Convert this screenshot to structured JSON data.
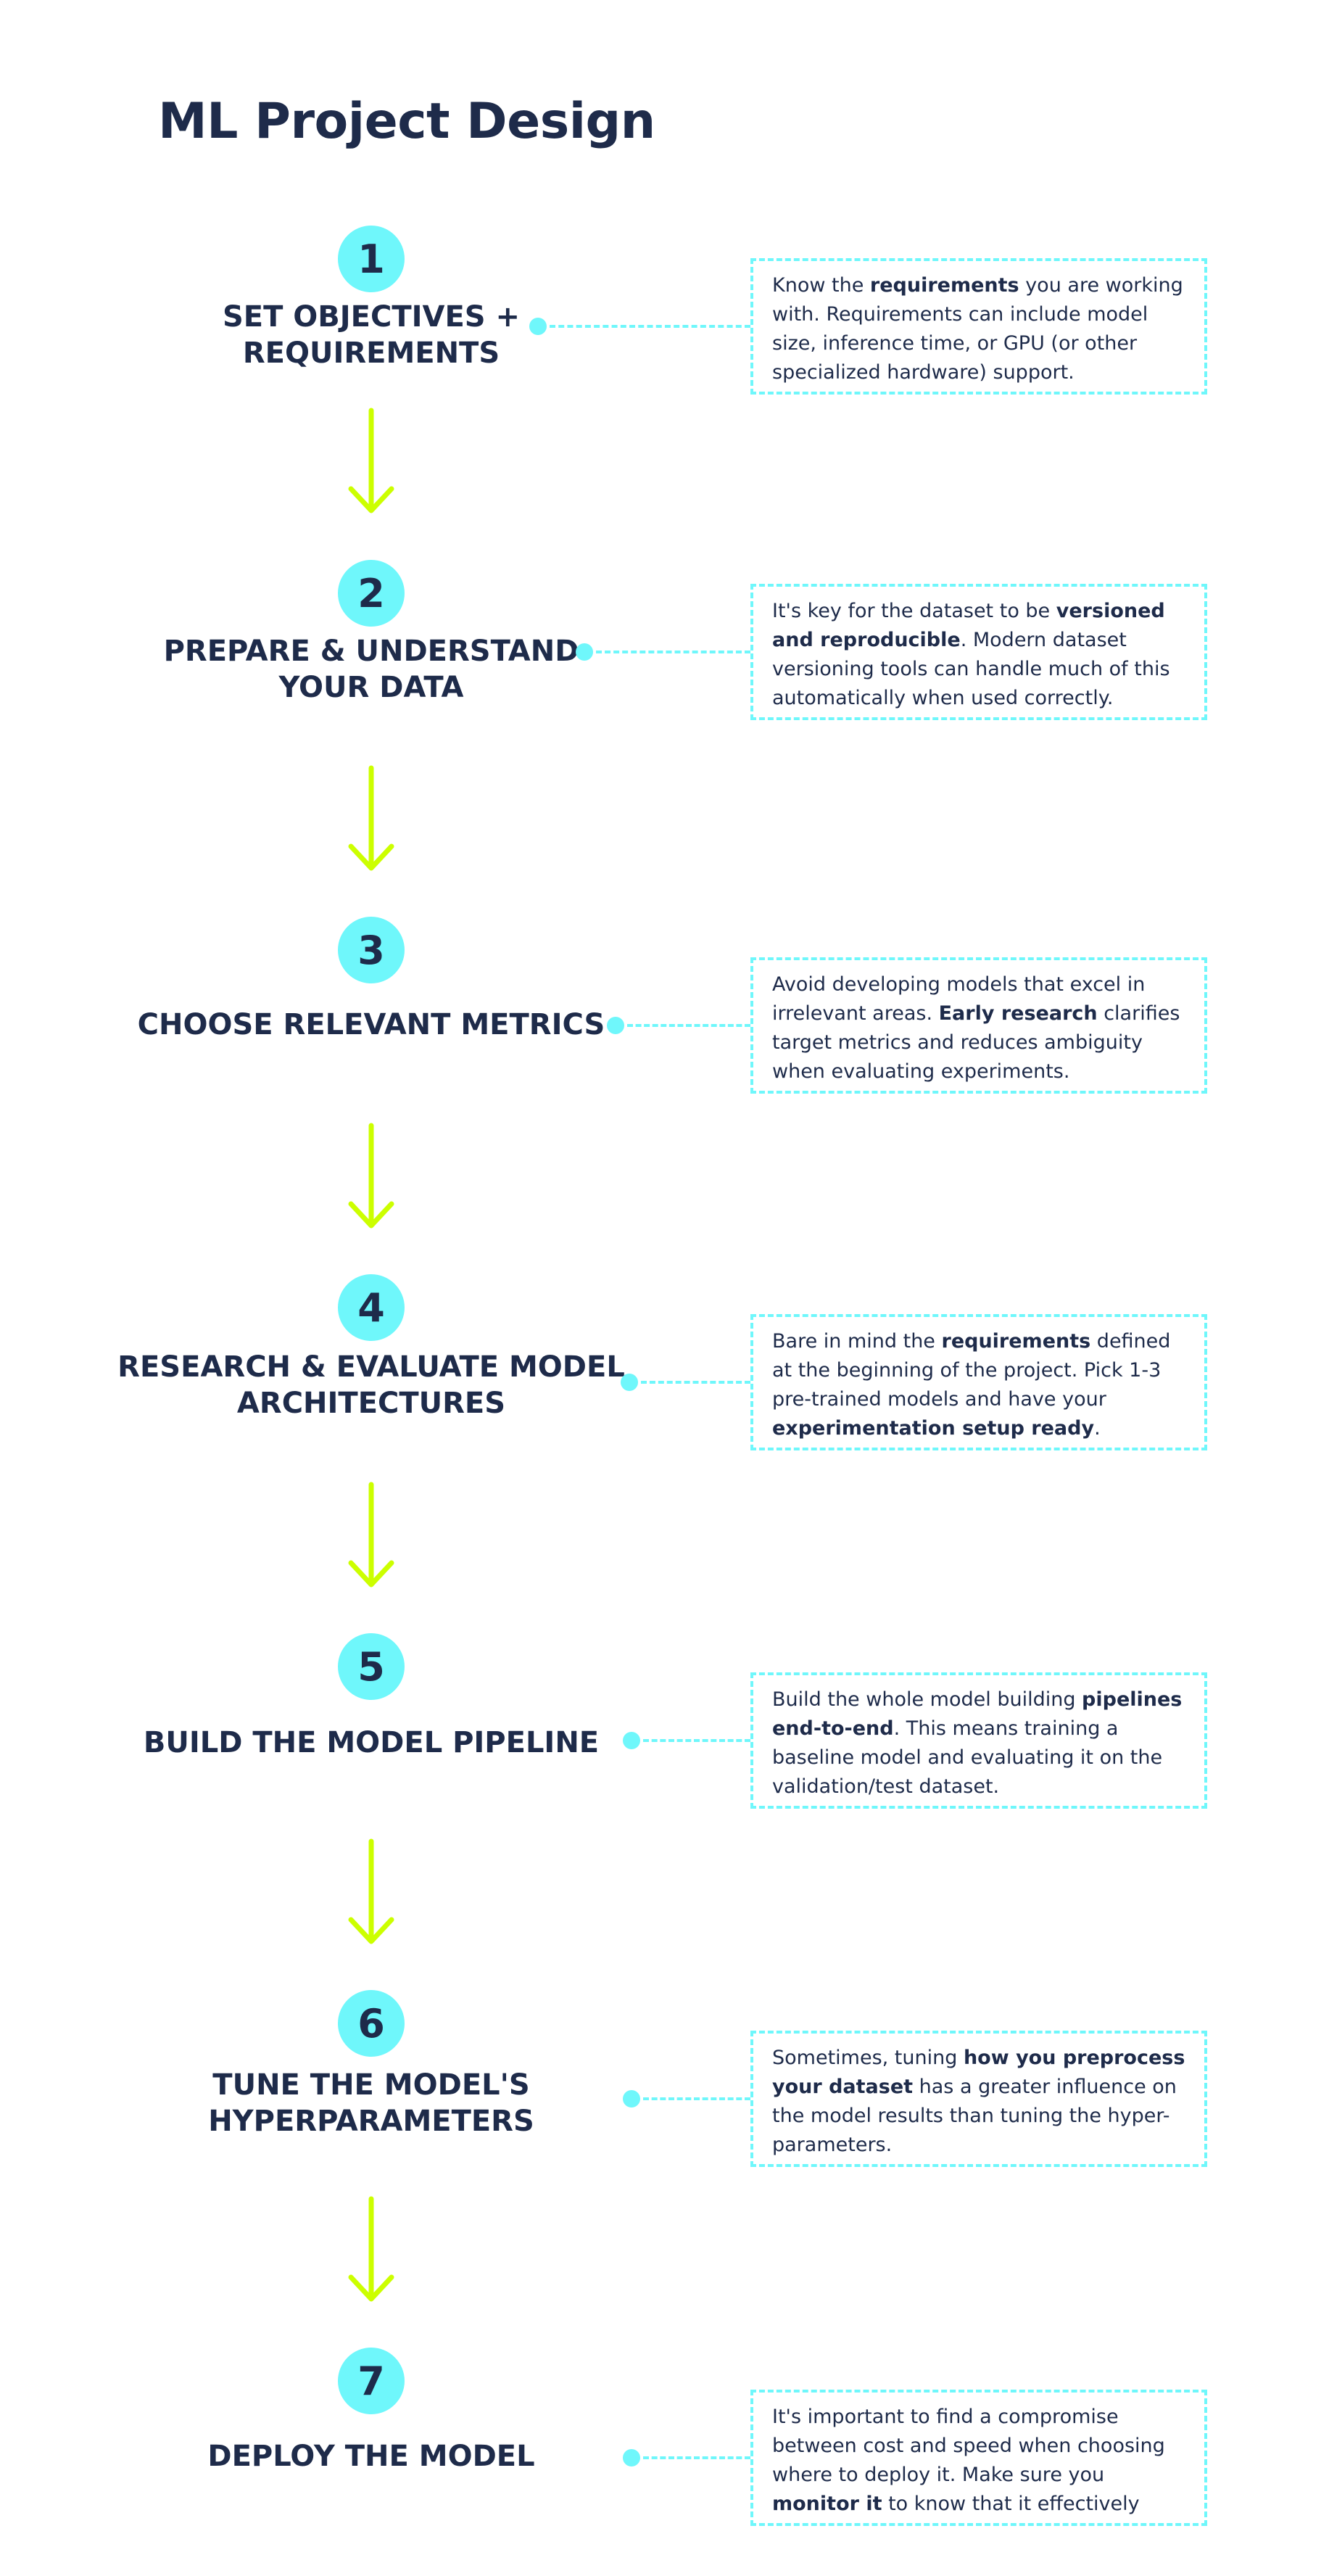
{
  "title": "ML Project Design",
  "colors": {
    "circle": "#6ff7fb",
    "arrow": "#ccff00",
    "text": "#1e2b4a"
  },
  "steps": [
    {
      "number": "1",
      "title_lines": [
        "SET OBJECTIVES +",
        "REQUIREMENTS"
      ],
      "note": [
        {
          "t": "Know the "
        },
        {
          "t": "requirements",
          "b": true
        },
        {
          "t": " you are working with. Requirements can include model size, inference time, or GPU (or other specialized hardware) support."
        }
      ]
    },
    {
      "number": "2",
      "title_lines": [
        "PREPARE & UNDERSTAND",
        "YOUR DATA"
      ],
      "note": [
        {
          "t": "It's key for the dataset to be "
        },
        {
          "t": "versioned and reproducible",
          "b": true
        },
        {
          "t": ". Modern dataset versioning tools can handle much of this automatically when used correctly."
        }
      ]
    },
    {
      "number": "3",
      "title_lines": [
        "CHOOSE RELEVANT METRICS"
      ],
      "note": [
        {
          "t": "Avoid developing models that excel in irrelevant areas. "
        },
        {
          "t": "Early research",
          "b": true
        },
        {
          "t": " clarifies target metrics and reduces ambiguity when evaluating experiments."
        }
      ]
    },
    {
      "number": "4",
      "title_lines": [
        "RESEARCH & EVALUATE MODEL",
        "ARCHITECTURES"
      ],
      "note": [
        {
          "t": "Bare in mind the "
        },
        {
          "t": "requirements",
          "b": true
        },
        {
          "t": " defined at the beginning of the project. Pick 1-3 pre-trained models and have your "
        },
        {
          "t": "experimentation setup ready",
          "b": true
        },
        {
          "t": "."
        }
      ]
    },
    {
      "number": "5",
      "title_lines": [
        "BUILD THE MODEL PIPELINE"
      ],
      "note": [
        {
          "t": "Build the whole model building "
        },
        {
          "t": "pipelines end-to-end",
          "b": true
        },
        {
          "t": ". This means training a baseline model and evaluating it on the validation/test dataset."
        }
      ]
    },
    {
      "number": "6",
      "title_lines": [
        "TUNE THE MODEL'S",
        "HYPERPARAMETERS"
      ],
      "note": [
        {
          "t": "Sometimes, tuning "
        },
        {
          "t": "how you preprocess your dataset",
          "b": true
        },
        {
          "t": " has a greater influence on the model results than tuning the hyper-parameters."
        }
      ]
    },
    {
      "number": "7",
      "title_lines": [
        "DEPLOY THE MODEL"
      ],
      "note": [
        {
          "t": "It's important to find a compromise between cost and speed when choosing where to deploy it. Make sure you "
        },
        {
          "t": "monitor it",
          "b": true
        },
        {
          "t": " to know that it effectively works."
        }
      ]
    }
  ]
}
